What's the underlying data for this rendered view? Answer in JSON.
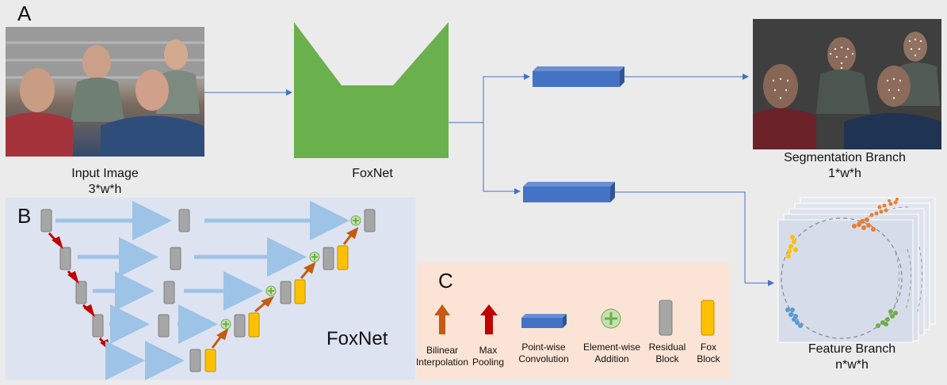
{
  "panels": {
    "a": "A",
    "b": "B",
    "c": "C"
  },
  "input": {
    "title": "Input Image",
    "dims": "3*w*h"
  },
  "foxnet": {
    "label": "FoxNet"
  },
  "segmentation": {
    "title": "Segmentation Branch",
    "dims": "1*w*h"
  },
  "feature": {
    "title": "Feature Branch",
    "dims": "n*w*h"
  },
  "panel_b": {
    "label": "FoxNet",
    "background": "#dde3f1"
  },
  "legend": {
    "background": "#fbe4d5",
    "items": [
      {
        "icon": "orange-up-arrow-icon",
        "label_1": "Bilinear",
        "label_2": "Interpolation"
      },
      {
        "icon": "red-up-arrow-icon",
        "label_1": "Max",
        "label_2": "Pooling"
      },
      {
        "icon": "blue-bar-icon",
        "label_1": "Point-wise",
        "label_2": "Convolution"
      },
      {
        "icon": "green-plus-circle-icon",
        "label_1": "Element-wise",
        "label_2": "Addition"
      },
      {
        "icon": "gray-block-icon",
        "label_1": "Residual",
        "label_2": "Block"
      },
      {
        "icon": "yellow-block-icon",
        "label_1": "Fox",
        "label_2": "Block"
      }
    ]
  },
  "colors": {
    "foxnet_green": "#6ab04c",
    "conv_blue": "#4472c4",
    "arrow_blue": "#9dc3e6",
    "residual_gray": "#a6a6a6",
    "fox_yellow": "#ffc000",
    "maxpool_red": "#c00000",
    "bilinear_orange": "#c55a11",
    "addition_green": "#70ad47",
    "cluster_orange": "#ed7d31",
    "cluster_yellow": "#ffc000",
    "cluster_blue": "#5b9bd5",
    "cluster_green": "#70ad47"
  }
}
